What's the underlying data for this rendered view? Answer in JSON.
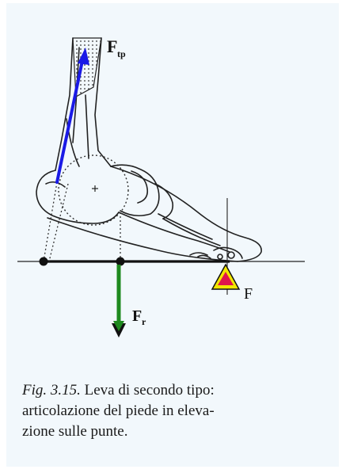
{
  "figure": {
    "labels": {
      "muscle_force": "F",
      "muscle_force_sub": "tp",
      "resistance_force": "F",
      "resistance_force_sub": "r",
      "fulcrum": "F"
    },
    "colors": {
      "muscle_arrow": "#1a1ae6",
      "resistance_arrow": "#1e8a1e",
      "fulcrum_fill": "#e0144c",
      "fulcrum_outline": "#f2e600",
      "background": "#f2f8fc"
    }
  },
  "caption": {
    "fig_ref": "Fig. 3.15.",
    "text": "Leva di secondo tipo: articolazione del piede in eleva-zione sulle punte."
  }
}
